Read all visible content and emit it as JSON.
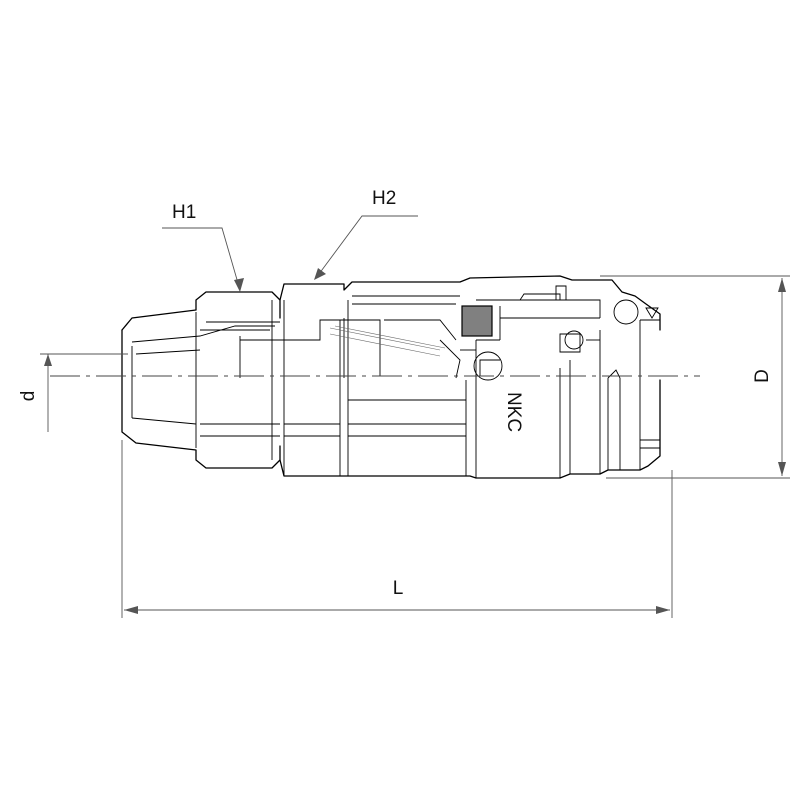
{
  "labels": {
    "h1": "H1",
    "h2": "H2",
    "d": "d",
    "D": "D",
    "L": "L",
    "marking": "NKC"
  },
  "colors": {
    "line": "#000000",
    "dimension": "#555555",
    "seal": "#808080",
    "background": "#ffffff"
  }
}
